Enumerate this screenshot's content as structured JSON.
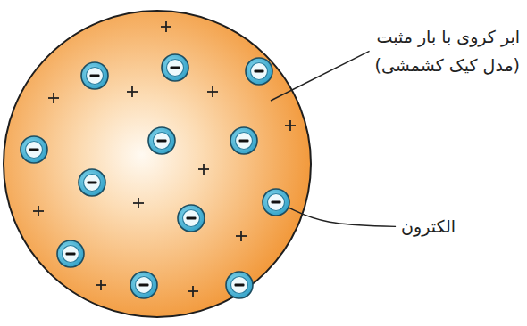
{
  "diagram": {
    "labels": [
      "ابر کروی با بار مثبت",
      "(مدل کیک کشمشی)",
      "الکترون"
    ]
  }
}
